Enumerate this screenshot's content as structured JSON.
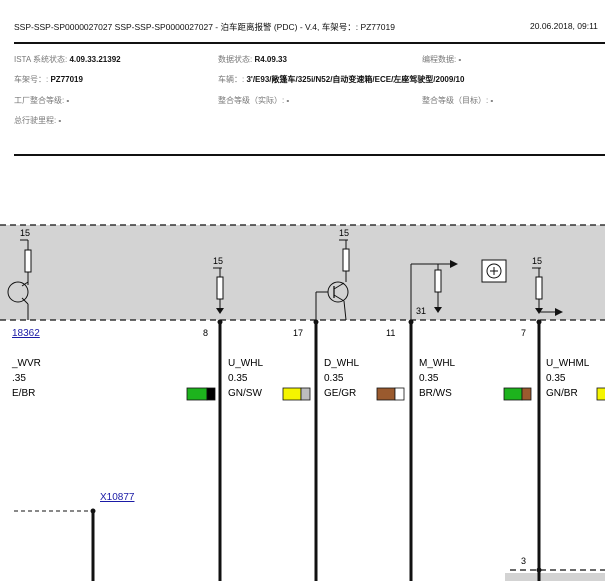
{
  "header": {
    "title": "SSP-SSP-SP0000027027 SSP-SSP-SP0000027027 - 泊车距离报警 (PDC) - V.4, 车架号：: PZ77019",
    "date": "20.06.2018, 09:11"
  },
  "info": {
    "ista_label": "ISTA 系统状态:",
    "ista_value": "4.09.33.21392",
    "data_label": "数据状态:",
    "data_value": "R4.09.33",
    "prog_label": "编程数据:",
    "prog_value": "-",
    "vin_label": "车架号：:",
    "vin_value": "PZ77019",
    "vehicle_label": "车辆：:",
    "vehicle_value": "3'/E93/敞篷车/325i/N52/自动变速箱/ECE/左座驾驶型/2009/10",
    "factory_label": "工厂整合等级:",
    "factory_value": "-",
    "actual_label": "整合等级（实际）:",
    "actual_value": "-",
    "target_label": "整合等级（目标）:",
    "target_value": "-",
    "mileage_label": "总行驶里程:",
    "mileage_value": "-"
  },
  "diagram": {
    "connector_left": "18362",
    "connector_bottom": "X10877",
    "terminals": {
      "t15_a": "15",
      "t15_b": "15",
      "t15_c": "15",
      "t15_d": "15",
      "t31": "31"
    },
    "pins": [
      "8",
      "17",
      "11",
      "7",
      "3"
    ],
    "wires": [
      {
        "name": "_WVR",
        "size": ".35",
        "color": "E/BR"
      },
      {
        "name": "U_WHL",
        "size": "0.35",
        "color": "GN/SW"
      },
      {
        "name": "D_WHL",
        "size": "0.35",
        "color": "GE/GR"
      },
      {
        "name": "M_WHL",
        "size": "0.35",
        "color": "BR/WS"
      },
      {
        "name": "U_WHML",
        "size": "0.35",
        "color": "GN/BR"
      }
    ],
    "swatch_colors": {
      "green": "#1db31d",
      "black": "#000000",
      "yellow": "#f5f500",
      "gray": "#bdbdbd",
      "brown": "#9a5a2e",
      "white": "#ffffff"
    }
  }
}
